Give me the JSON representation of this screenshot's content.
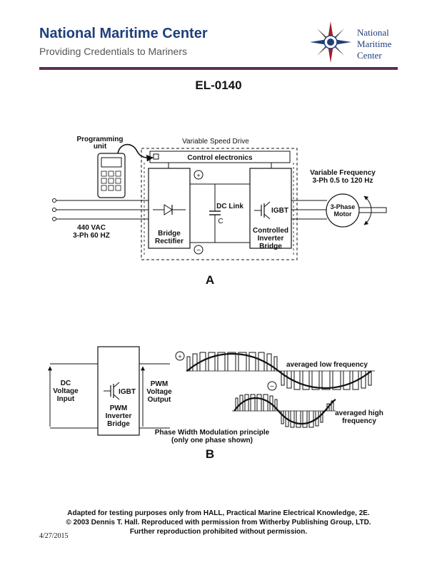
{
  "header": {
    "title": "National Maritime Center",
    "subtitle": "Providing Credentials to Mariners",
    "logo_text_line1": "National",
    "logo_text_line2": "Maritime",
    "logo_text_line3": "Center",
    "colors": {
      "brand_blue": "#1f3f7a",
      "brand_red": "#a01e2d"
    }
  },
  "document": {
    "id": "EL-0140"
  },
  "figure_a": {
    "label": "A",
    "programming_unit_line1": "Programming",
    "programming_unit_line2": "unit",
    "vsd_label": "Variable Speed Drive",
    "control_electronics": "Control electronics",
    "input_line1": "440 VAC",
    "input_line2": "3-Ph 60 HZ",
    "bridge_line1": "Bridge",
    "bridge_line2": "Rectifier",
    "dc_link": "DC Link",
    "cap_label": "C",
    "igbt": "IGBT",
    "inverter_line1": "Controlled",
    "inverter_line2": "Inverter",
    "inverter_line3": "Bridge",
    "vf_line1": "Variable Frequency",
    "vf_line2": "3-Ph 0.5 to 120 Hz",
    "motor_line1": "3-Phase",
    "motor_line2": "Motor",
    "plus_sign": "+",
    "minus_sign": "−"
  },
  "figure_b": {
    "label": "B",
    "dc_line1": "DC",
    "dc_line2": "Voltage",
    "dc_line3": "Input",
    "igbt": "IGBT",
    "pwm_inv_line1": "PWM",
    "pwm_inv_line2": "Inverter",
    "pwm_inv_line3": "Bridge",
    "pwm_out_line1": "PWM",
    "pwm_out_line2": "Voltage",
    "pwm_out_line3": "Output",
    "averaged_low": "averaged low frequency",
    "averaged_high_line1": "averaged high",
    "averaged_high_line2": "frequency",
    "principle_line1": "Phase Width Modulation principle",
    "principle_line2": "(only one phase shown)",
    "plus_sign": "+",
    "minus_sign": "−"
  },
  "footer": {
    "line1": "Adapted for testing purposes only from HALL, Practical Marine Electrical Knowledge, 2E.",
    "line2": "© 2003 Dennis T. Hall. Reproduced with permission from Witherby Publishing Group, LTD.",
    "line3": "Further reproduction prohibited without permission.",
    "date": "4/27/2015"
  }
}
